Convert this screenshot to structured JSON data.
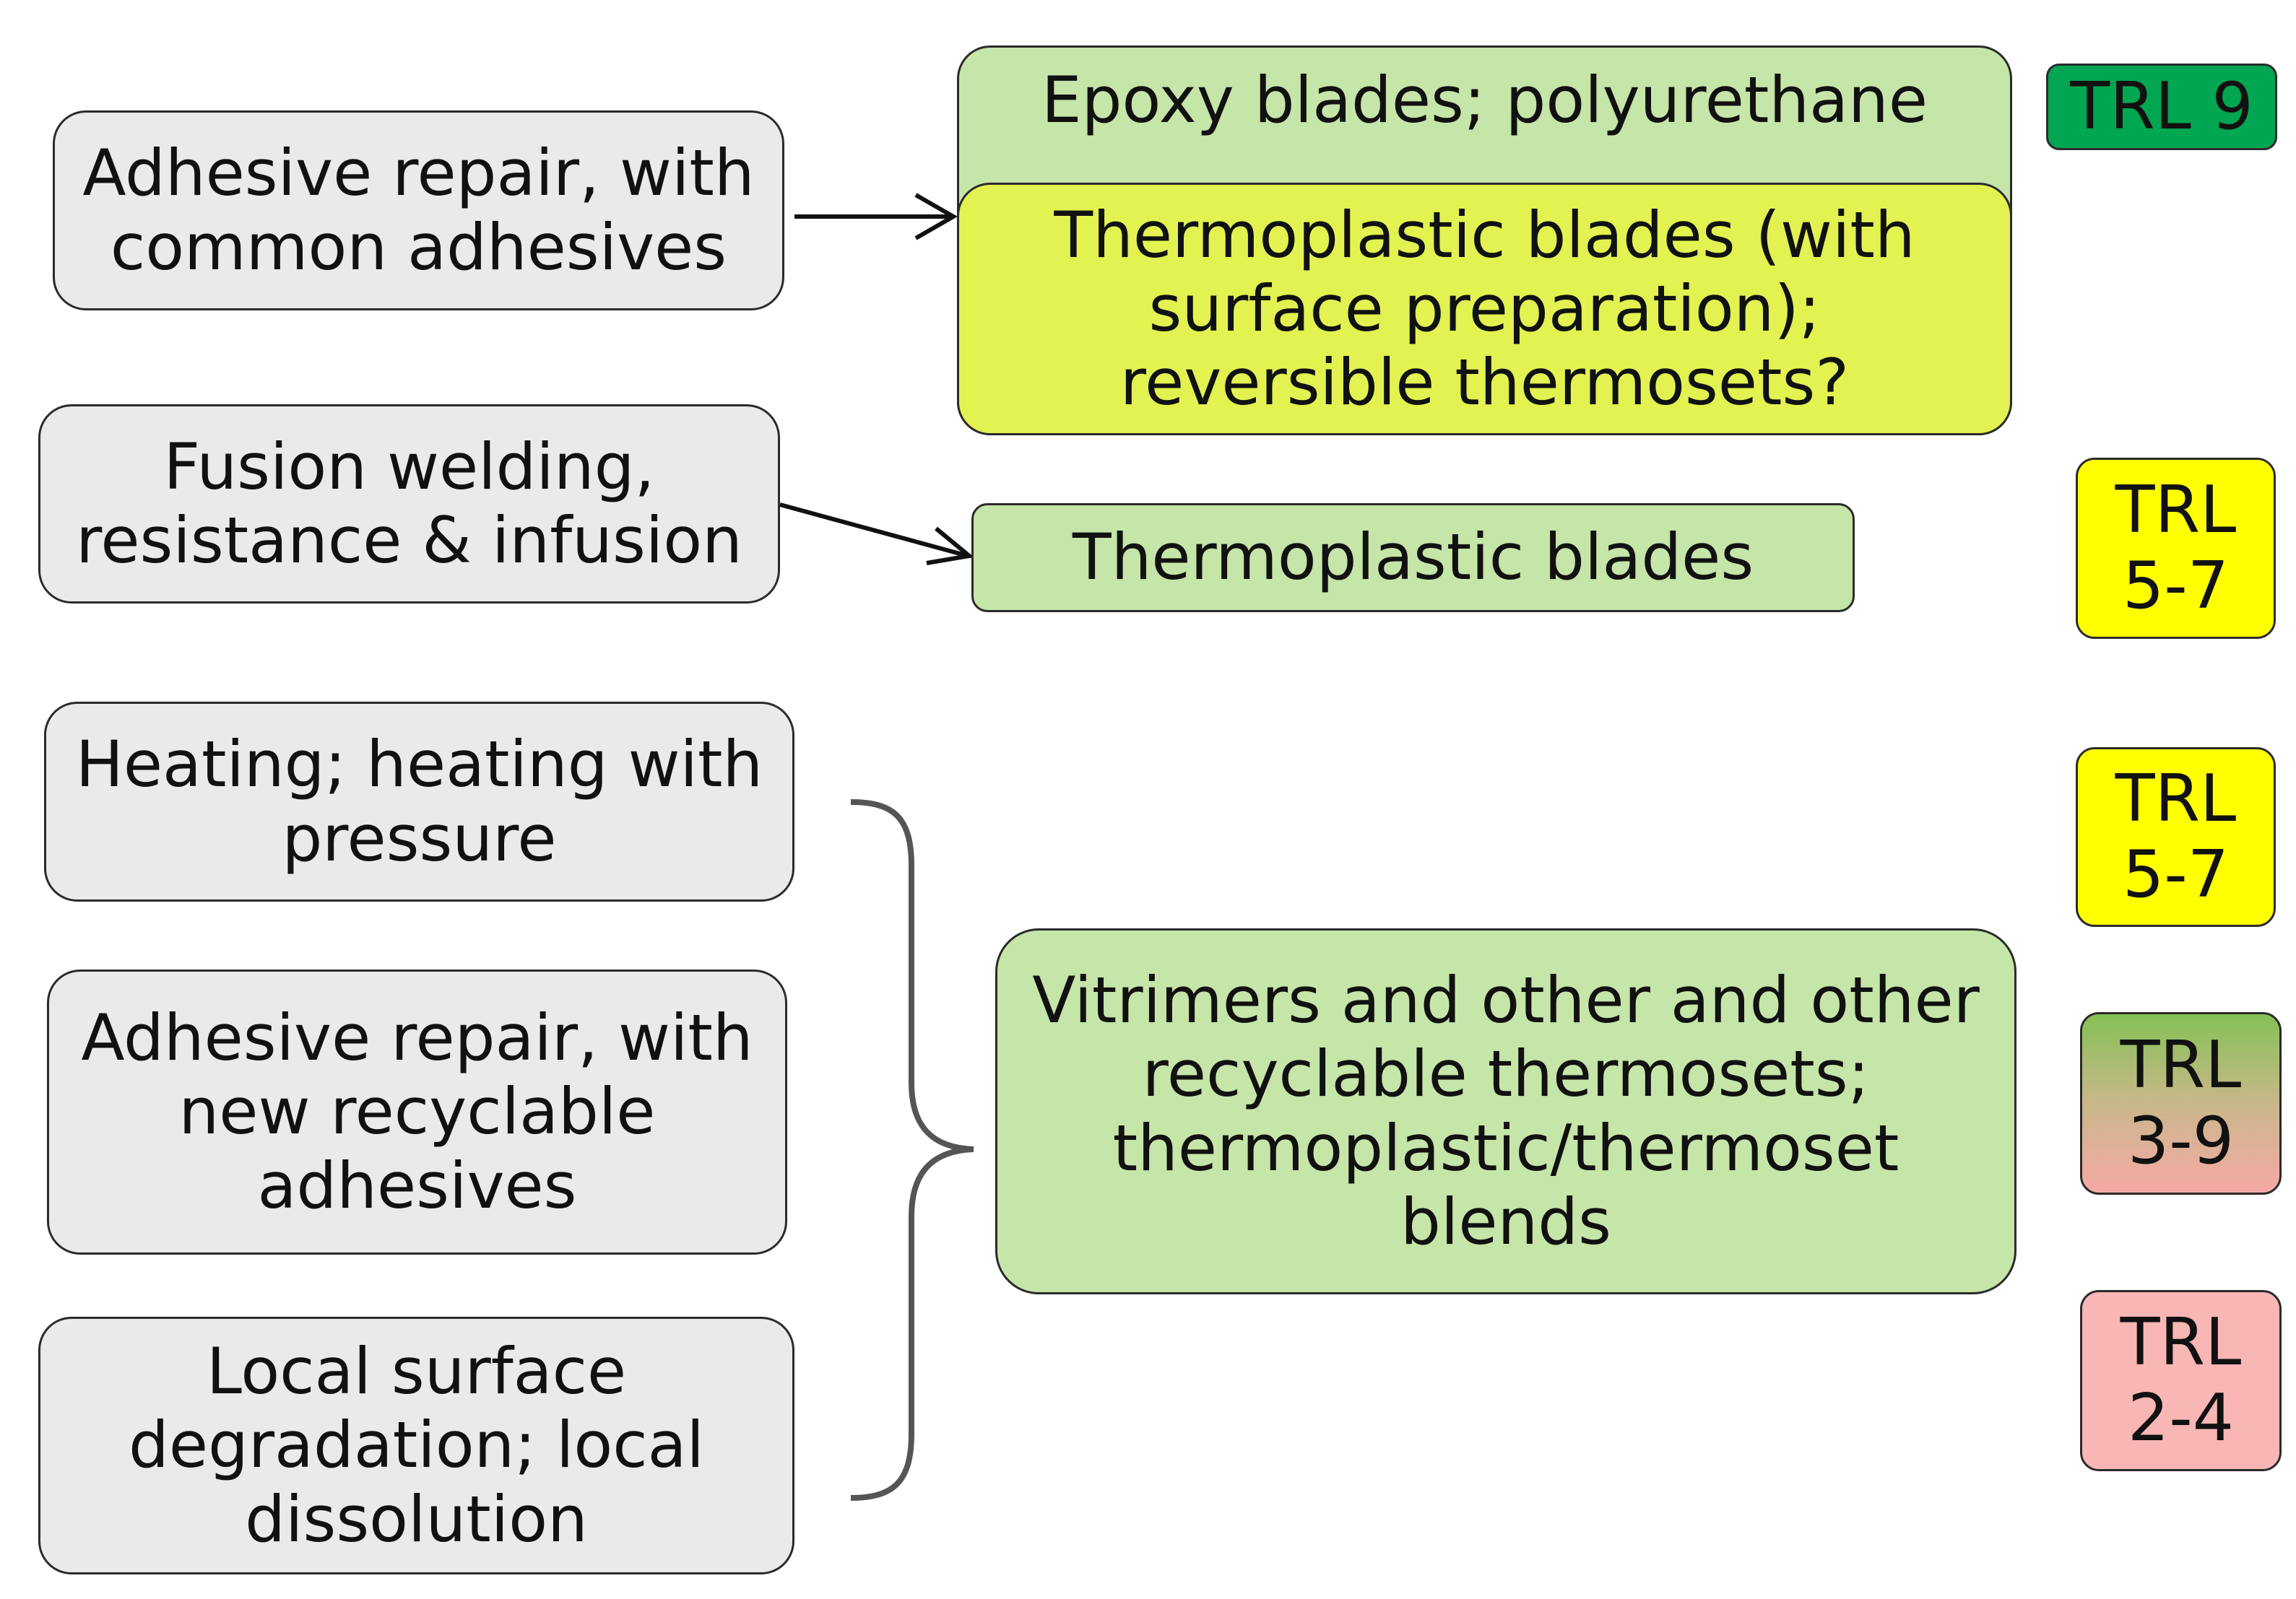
{
  "left_boxes": [
    {
      "label": "Adhesive repair, with\ncommon adhesives"
    },
    {
      "label": "Fusion welding,\nresistance & infusion"
    },
    {
      "label": "Heating; heating with\npressure"
    },
    {
      "label": "Adhesive repair, with\nnew recyclable\nadhesives"
    },
    {
      "label": "Local surface\ndegradation; local\ndissolution"
    }
  ],
  "right_boxes": [
    {
      "label": "Epoxy blades; polyurethane",
      "color": "#c6e5a9"
    },
    {
      "label": "Thermoplastic blades (with\nsurface preparation);\nreversible thermosets?",
      "color": "#e2f250"
    },
    {
      "label": "Thermoplastic blades",
      "color": "#c6e5a9"
    },
    {
      "label": "Vitrimers and other and other\nrecyclable thermosets;\nthermoplastic/thermoset\nblends",
      "color": "#c6e5a9"
    }
  ],
  "trl_badges": [
    {
      "label": "TRL 9",
      "color": "#00a651"
    },
    {
      "label": "TRL\n5-7",
      "color": "#ffff00"
    },
    {
      "label": "TRL\n5-7",
      "color": "#ffff00"
    },
    {
      "label": "TRL\n3-9",
      "color_top": "#86c155",
      "color_bottom": "#f6a9a6"
    },
    {
      "label": "TRL\n2-4",
      "color": "#f8b6b4"
    }
  ]
}
